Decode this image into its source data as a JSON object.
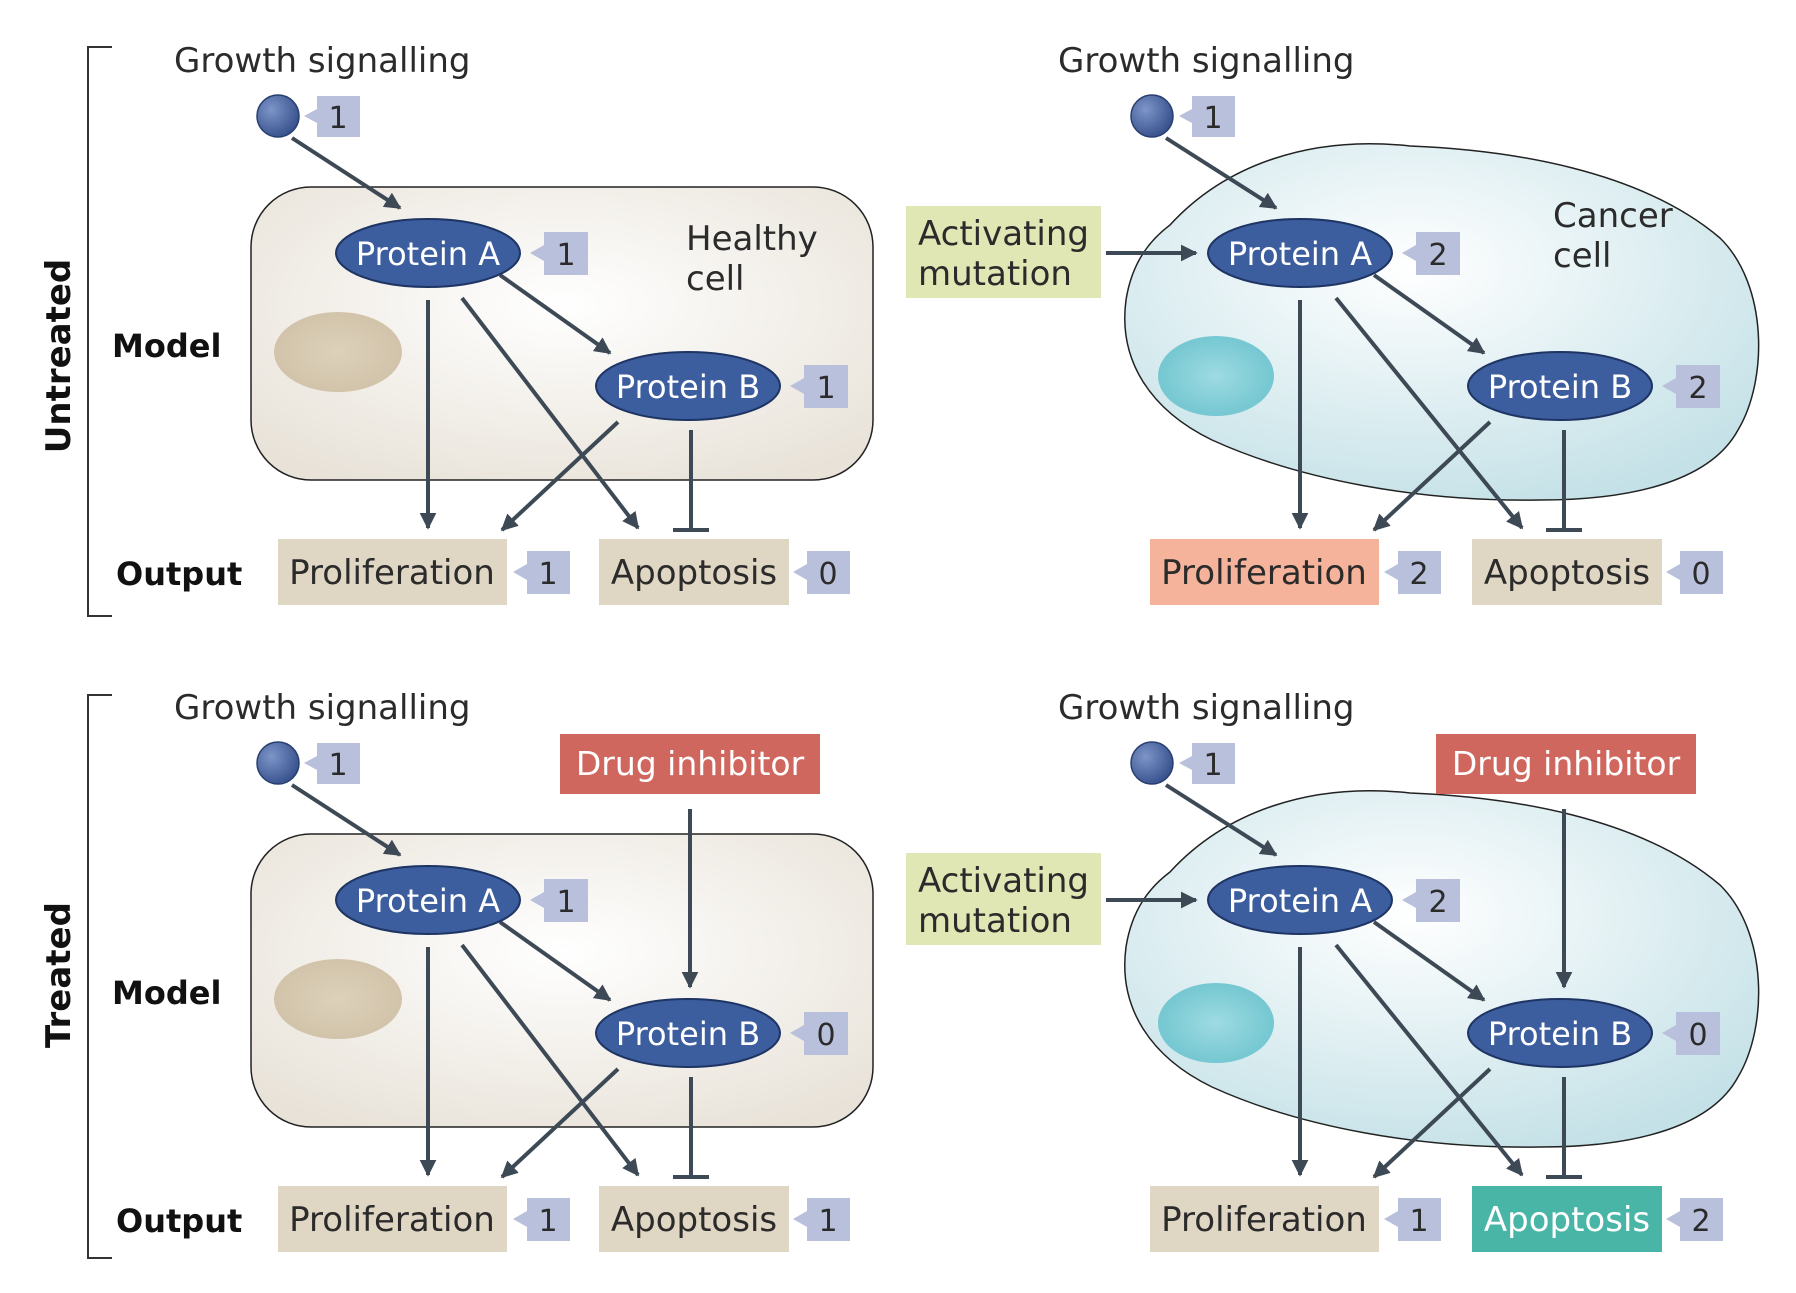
{
  "row_labels": {
    "untreated": "Untreated",
    "treated": "Treated"
  },
  "level_labels": {
    "model": "Model",
    "output": "Output"
  },
  "panels": [
    {
      "signal": {
        "label": "Growth signalling",
        "value": "1"
      },
      "cell_label": [
        "Healthy",
        "cell"
      ],
      "protein_a": {
        "label": "Protein A",
        "value": "1"
      },
      "protein_b": {
        "label": "Protein B",
        "value": "1"
      },
      "proliferation": {
        "label": "Proliferation",
        "value": "1"
      },
      "apoptosis": {
        "label": "Apoptosis",
        "value": "0"
      }
    },
    {
      "signal": {
        "label": "Growth signalling",
        "value": "1"
      },
      "cell_label": [
        "Cancer",
        "cell"
      ],
      "mutation": [
        "Activating",
        "mutation"
      ],
      "protein_a": {
        "label": "Protein A",
        "value": "2"
      },
      "protein_b": {
        "label": "Protein B",
        "value": "2"
      },
      "proliferation": {
        "label": "Proliferation",
        "value": "2"
      },
      "apoptosis": {
        "label": "Apoptosis",
        "value": "0"
      }
    },
    {
      "signal": {
        "label": "Growth signalling",
        "value": "1"
      },
      "drug": "Drug inhibitor",
      "protein_a": {
        "label": "Protein A",
        "value": "1"
      },
      "protein_b": {
        "label": "Protein B",
        "value": "0"
      },
      "proliferation": {
        "label": "Proliferation",
        "value": "1"
      },
      "apoptosis": {
        "label": "Apoptosis",
        "value": "1"
      }
    },
    {
      "signal": {
        "label": "Growth signalling",
        "value": "1"
      },
      "drug": "Drug inhibitor",
      "mutation": [
        "Activating",
        "mutation"
      ],
      "protein_a": {
        "label": "Protein A",
        "value": "2"
      },
      "protein_b": {
        "label": "Protein B",
        "value": "0"
      },
      "proliferation": {
        "label": "Proliferation",
        "value": "1"
      },
      "apoptosis": {
        "label": "Apoptosis",
        "value": "2"
      }
    }
  ],
  "colors": {
    "protein": "#3c5d9e",
    "signal": "#4a68a6",
    "value_tag": "#b9c0dc",
    "output_box": "#e0d6c4",
    "proliferation_high": "#f6b39b",
    "apoptosis_high": "#48b5a7",
    "drug": "#d0675e",
    "mutation": "#e1e7b4",
    "healthy_cell": "#ece7df",
    "cancer_cell": "#cce5ea",
    "arrow": "#3d4a56"
  }
}
